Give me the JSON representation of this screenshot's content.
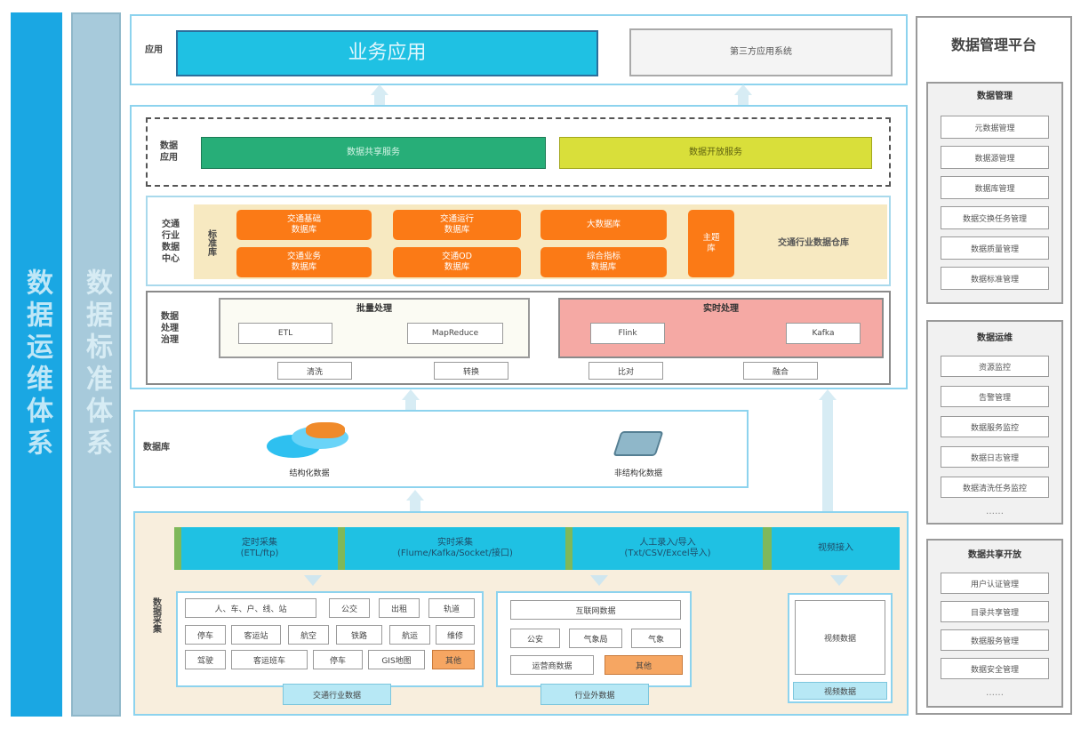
{
  "left_bars": {
    "ops": "数据运维体系",
    "standard": "数据标准体系"
  },
  "application": {
    "label": "应用",
    "business": "业务应用",
    "third_party": "第三方应用系统"
  },
  "data_service": {
    "label": "数据\n应用",
    "sharing_system": "数据共享服务",
    "open_service": "数据开放服务"
  },
  "traffic_center": {
    "label": "交通\n行业\n数据\n中心",
    "sub_label": "标准库",
    "dbs": [
      "交通基础\n数据库",
      "交通运行\n数据库",
      "大数据库",
      "交通业务\n数据库",
      "交通OD\n数据库",
      "综合指标\n数据库"
    ],
    "topic": "主题\n库",
    "warehouse": "交通行业数据仓库"
  },
  "processing": {
    "label": "数据\n处理\n治理",
    "batch_title": "批量处理",
    "batch_items": [
      "ETL",
      "MapReduce"
    ],
    "realtime_title": "实时处理",
    "realtime_items": [
      "Flink",
      "Kafka"
    ],
    "bottom_tags": [
      "清洗",
      "转换",
      "比对",
      "融合"
    ]
  },
  "storage": {
    "label": "数据库",
    "structured": "结构化数据",
    "unstructured": "非结构化数据"
  },
  "collection": {
    "label": "数据采集",
    "methods": [
      "定时采集\n(ETL/ftp)",
      "实时采集\n(Flume/Kafka/Socket/接口)",
      "人工录入/导入\n(Txt/CSV/Excel导入)",
      "视频接入"
    ],
    "traffic_grid": [
      [
        "人、车、户、线、站",
        "公交",
        "出租",
        "轨道"
      ],
      [
        "停车",
        "客运站",
        "航空",
        "铁路",
        "航运"
      ],
      [
        "驾驶",
        "客运班车",
        "停车",
        "GIS地图",
        "其他"
      ]
    ],
    "traffic_footer": "交通行业数据",
    "external_top": "互联网数据",
    "external_row": [
      "公安",
      "气象局",
      "气象"
    ],
    "external_row2": [
      "运营商数据",
      "其他"
    ],
    "external_footer": "行业外数据",
    "video_main": "视频数据",
    "video_footer": "视频数据"
  },
  "platform": {
    "title": "数据管理平台",
    "groups": [
      {
        "title": "数据管理",
        "items": [
          "元数据管理",
          "数据源管理",
          "数据库管理",
          "数据交换任务管理",
          "数据质量管理",
          "数据标准管理"
        ]
      },
      {
        "title": "数据运维",
        "items": [
          "资源监控",
          "告警管理",
          "数据服务监控",
          "数据日志管理",
          "数据清洗任务监控"
        ]
      },
      {
        "title": "数据共享开放",
        "items": [
          "用户认证管理",
          "目录共享管理",
          "数据服务管理",
          "数据安全管理"
        ]
      }
    ],
    "ellipsis": "……"
  },
  "colors": {
    "teal": "#1fc1e3",
    "green": "#27ae78",
    "yellow": "#d9df3a",
    "orange": "#fb7a16",
    "pink": "#f5a9a4"
  }
}
